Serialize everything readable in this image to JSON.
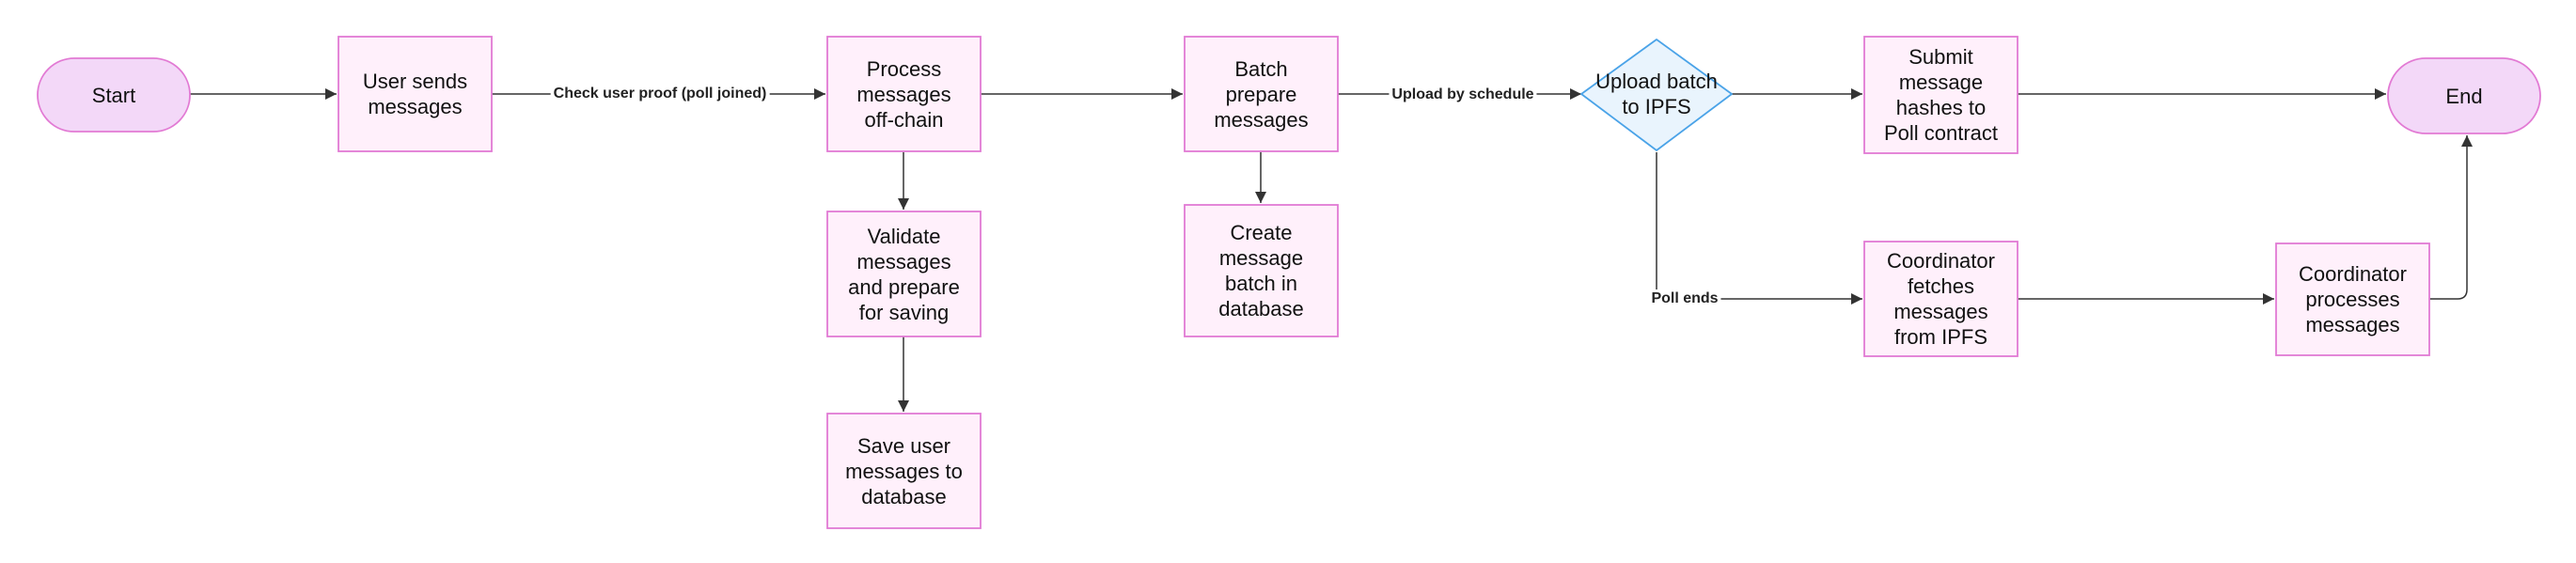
{
  "colors": {
    "node_fill": "#fff0fb",
    "node_stroke": "#e27ad4",
    "terminal_fill": "#f3d8f8",
    "decision_fill": "#e9f4fd",
    "decision_stroke": "#4aa3e8",
    "edge": "#333333"
  },
  "nodes": {
    "start": "Start",
    "user_sends": "User sends\nmessages",
    "process_offchain": "Process\nmessages\noff-chain",
    "validate": "Validate\nmessages\nand prepare\nfor saving",
    "save_db": "Save user\nmessages to\ndatabase",
    "batch_prepare": "Batch\nprepare\nmessages",
    "create_batch": "Create\nmessage\nbatch in\ndatabase",
    "upload_ipfs": "Upload batch\nto IPFS",
    "submit_hashes": "Submit\nmessage\nhashes to\nPoll contract",
    "end": "End",
    "coord_fetch": "Coordinator\nfetches\nmessages\nfrom IPFS",
    "coord_process": "Coordinator\nprocesses\nmessages"
  },
  "edges": {
    "check_proof": "Check user proof (poll joined)",
    "upload_schedule": "Upload by schedule",
    "poll_ends": "Poll ends"
  }
}
